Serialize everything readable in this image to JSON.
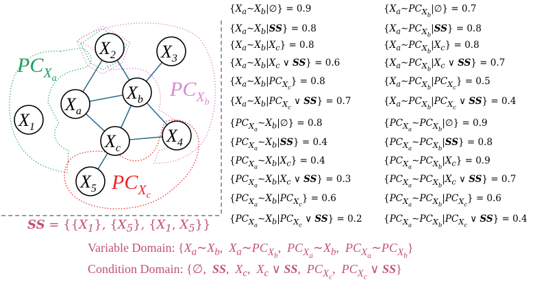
{
  "graph": {
    "nodes": [
      {
        "id": "X1",
        "label": "X",
        "sub": "1"
      },
      {
        "id": "X2",
        "label": "X",
        "sub": "2"
      },
      {
        "id": "X3",
        "label": "X",
        "sub": "3"
      },
      {
        "id": "Xa",
        "label": "X",
        "sub": "a"
      },
      {
        "id": "Xb",
        "label": "X",
        "sub": "b"
      },
      {
        "id": "Xc",
        "label": "X",
        "sub": "c"
      },
      {
        "id": "X4",
        "label": "X",
        "sub": "4"
      },
      {
        "id": "X5",
        "label": "X",
        "sub": "5"
      }
    ],
    "edges": [
      [
        "Xa",
        "X2"
      ],
      [
        "Xa",
        "Xb"
      ],
      [
        "Xa",
        "Xc"
      ],
      [
        "X2",
        "Xb"
      ],
      [
        "Xb",
        "X3"
      ],
      [
        "Xb",
        "Xc"
      ],
      [
        "Xc",
        "X4"
      ],
      [
        "Xc",
        "X5"
      ],
      [
        "Xb",
        "X4"
      ]
    ],
    "pc_labels": {
      "a": {
        "main": "PC",
        "sub": "X",
        "subsub": "a",
        "color": "#1a9e5c"
      },
      "b": {
        "main": "PC",
        "sub": "X",
        "subsub": "b",
        "color": "#d98ad0"
      },
      "c": {
        "main": "PC",
        "sub": "X",
        "subsub": "c",
        "color": "#e8262a"
      }
    },
    "colors": {
      "edge": "#2e6e8e",
      "region_a": "#3db36b",
      "region_b": "#d98ad0",
      "region_c": "#e8262a"
    }
  },
  "equations_left": [
    "{X_a∼X_b|∅} = 0.9",
    "{X_a∼X_b|SS} = 0.8",
    "{X_a∼X_b|X_c} = 0.8",
    "{X_a∼X_b|X_c ∨ SS} = 0.6",
    "{X_a∼X_b|PC_Xc} = 0.8",
    "{X_a∼X_b|PC_Xc ∨ SS} = 0.7",
    "{PC_Xa∼X_b|∅} = 0.8",
    "{PC_Xa∼X_b|SS} = 0.4",
    "{PC_Xa∼X_b|X_c} = 0.4",
    "{PC_Xa∼X_b|X_c ∨ SS} = 0.3",
    "{PC_Xa∼X_b|PC_Xc} = 0.6",
    "{PC_Xa∼X_b|PC_Xc ∨ SS} = 0.2"
  ],
  "equations_right": [
    "{X_a∼PC_Xb|∅} = 0.7",
    "{X_a∼PC_Xb|SS} = 0.8",
    "{X_a∼PC_Xb|X_c} = 0.8",
    "{X_a∼PC_Xb|X_c ∨ SS} = 0.7",
    "{X_a∼PC_Xb|PC_Xc} = 0.5",
    "{X_a∼PC_Xb|PC_Xc ∨ SS} = 0.4",
    "{PC_Xa∼PC_Xb|∅} = 0.9",
    "{PC_Xa∼PC_Xb|SS} = 0.8",
    "{PC_Xa∼PC_Xb|X_c} = 0.9",
    "{PC_Xa∼PC_Xb|X_c ∨ SS} = 0.7",
    "{PC_Xa∼PC_Xb|PC_Xc} = 0.6",
    "{PC_Xa∼PC_Xb|PC_Xc ∨ SS} = 0.4"
  ],
  "ss_definition": "SS = {{X_1}, {X_5}, {X_1, X_5}}",
  "variable_domain": {
    "label": "Variable Domain:",
    "items": [
      "X_a∼X_b",
      "X_a∼PC_Xb",
      "PC_Xa∼X_b",
      "PC_Xa∼PC_Xb"
    ]
  },
  "condition_domain": {
    "label": "Condition Domain:",
    "items": [
      "∅",
      "SS",
      "X_c",
      "X_c ∨ SS",
      "PC_Xc",
      "PC_Xc ∨ SS"
    ]
  },
  "text_color": "#c0507a"
}
